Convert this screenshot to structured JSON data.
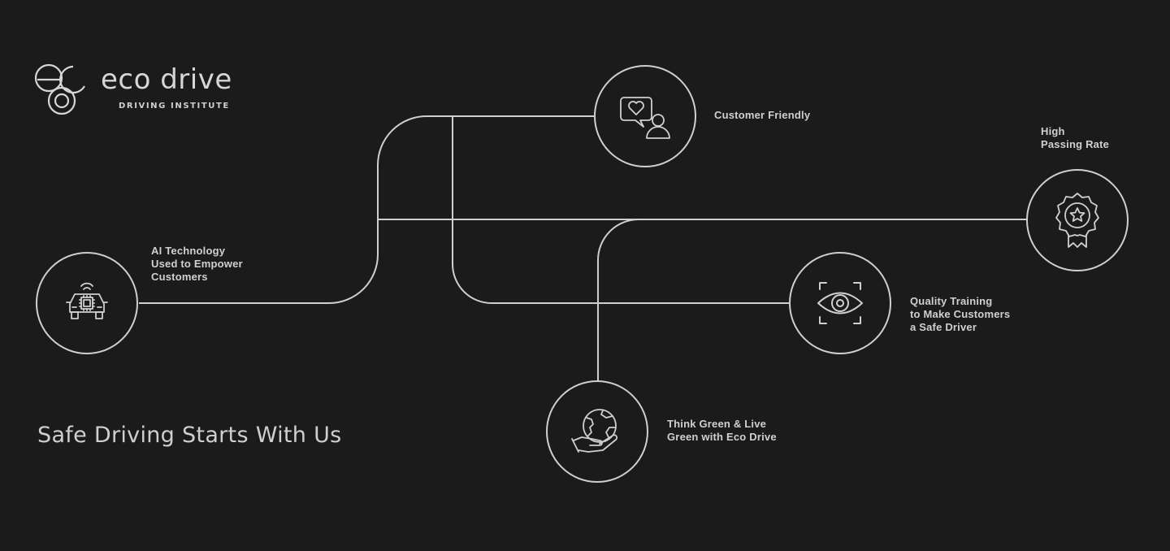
{
  "brand": {
    "name": "eco drive",
    "subtitle": "DRIVING INSTITUTE"
  },
  "tagline": "Safe Driving Starts With Us",
  "features": {
    "ai": {
      "icon": "ai-car-chip-icon",
      "lines": [
        "AI Technology",
        "Used to Empower",
        "Customers"
      ]
    },
    "friendly": {
      "icon": "heart-chat-person-icon",
      "lines": [
        "Customer Friendly"
      ]
    },
    "passing": {
      "icon": "award-ribbon-star-icon",
      "lines": [
        "High",
        "Passing Rate"
      ]
    },
    "quality": {
      "icon": "eye-focus-icon",
      "lines": [
        "Quality Training",
        "to Make Customers",
        "a Safe Driver"
      ]
    },
    "green": {
      "icon": "globe-hand-icon",
      "lines": [
        "Think Green & Live",
        "Green with Eco Drive"
      ]
    }
  },
  "colors": {
    "background": "#1b1b1b",
    "line": "#cfcfcf",
    "text": "#d0d0d0"
  }
}
